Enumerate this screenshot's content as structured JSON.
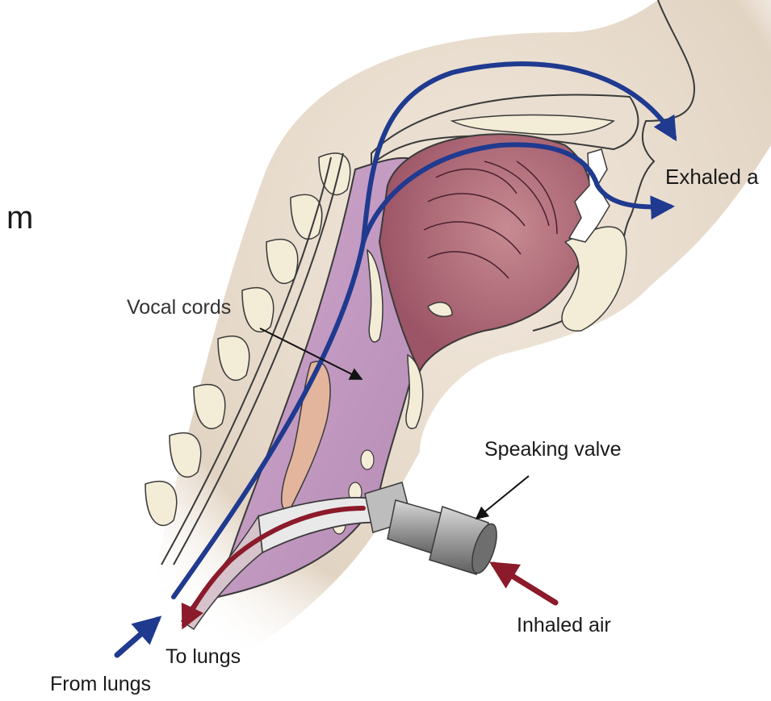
{
  "labels": {
    "fragment": "m",
    "exhaled": "Exhaled a",
    "vocal_cords": "Vocal cords",
    "speaking_valve": "Speaking valve",
    "inhaled": "Inhaled air",
    "to_lungs": "To lungs",
    "from_lungs": "From lungs"
  },
  "colors": {
    "exhaled_flow": "#1f3a8f",
    "inhaled_flow": "#8b1a2a",
    "skin": "#e8ddcf",
    "tongue": "#a85c6c",
    "airway": "#c49ac4",
    "bone": "#f3ecd6",
    "valve": "#8c8c8c"
  },
  "icons": [
    "exhaled-arrow-icon",
    "inhaled-arrow-icon",
    "pointer-arrow-icon"
  ]
}
